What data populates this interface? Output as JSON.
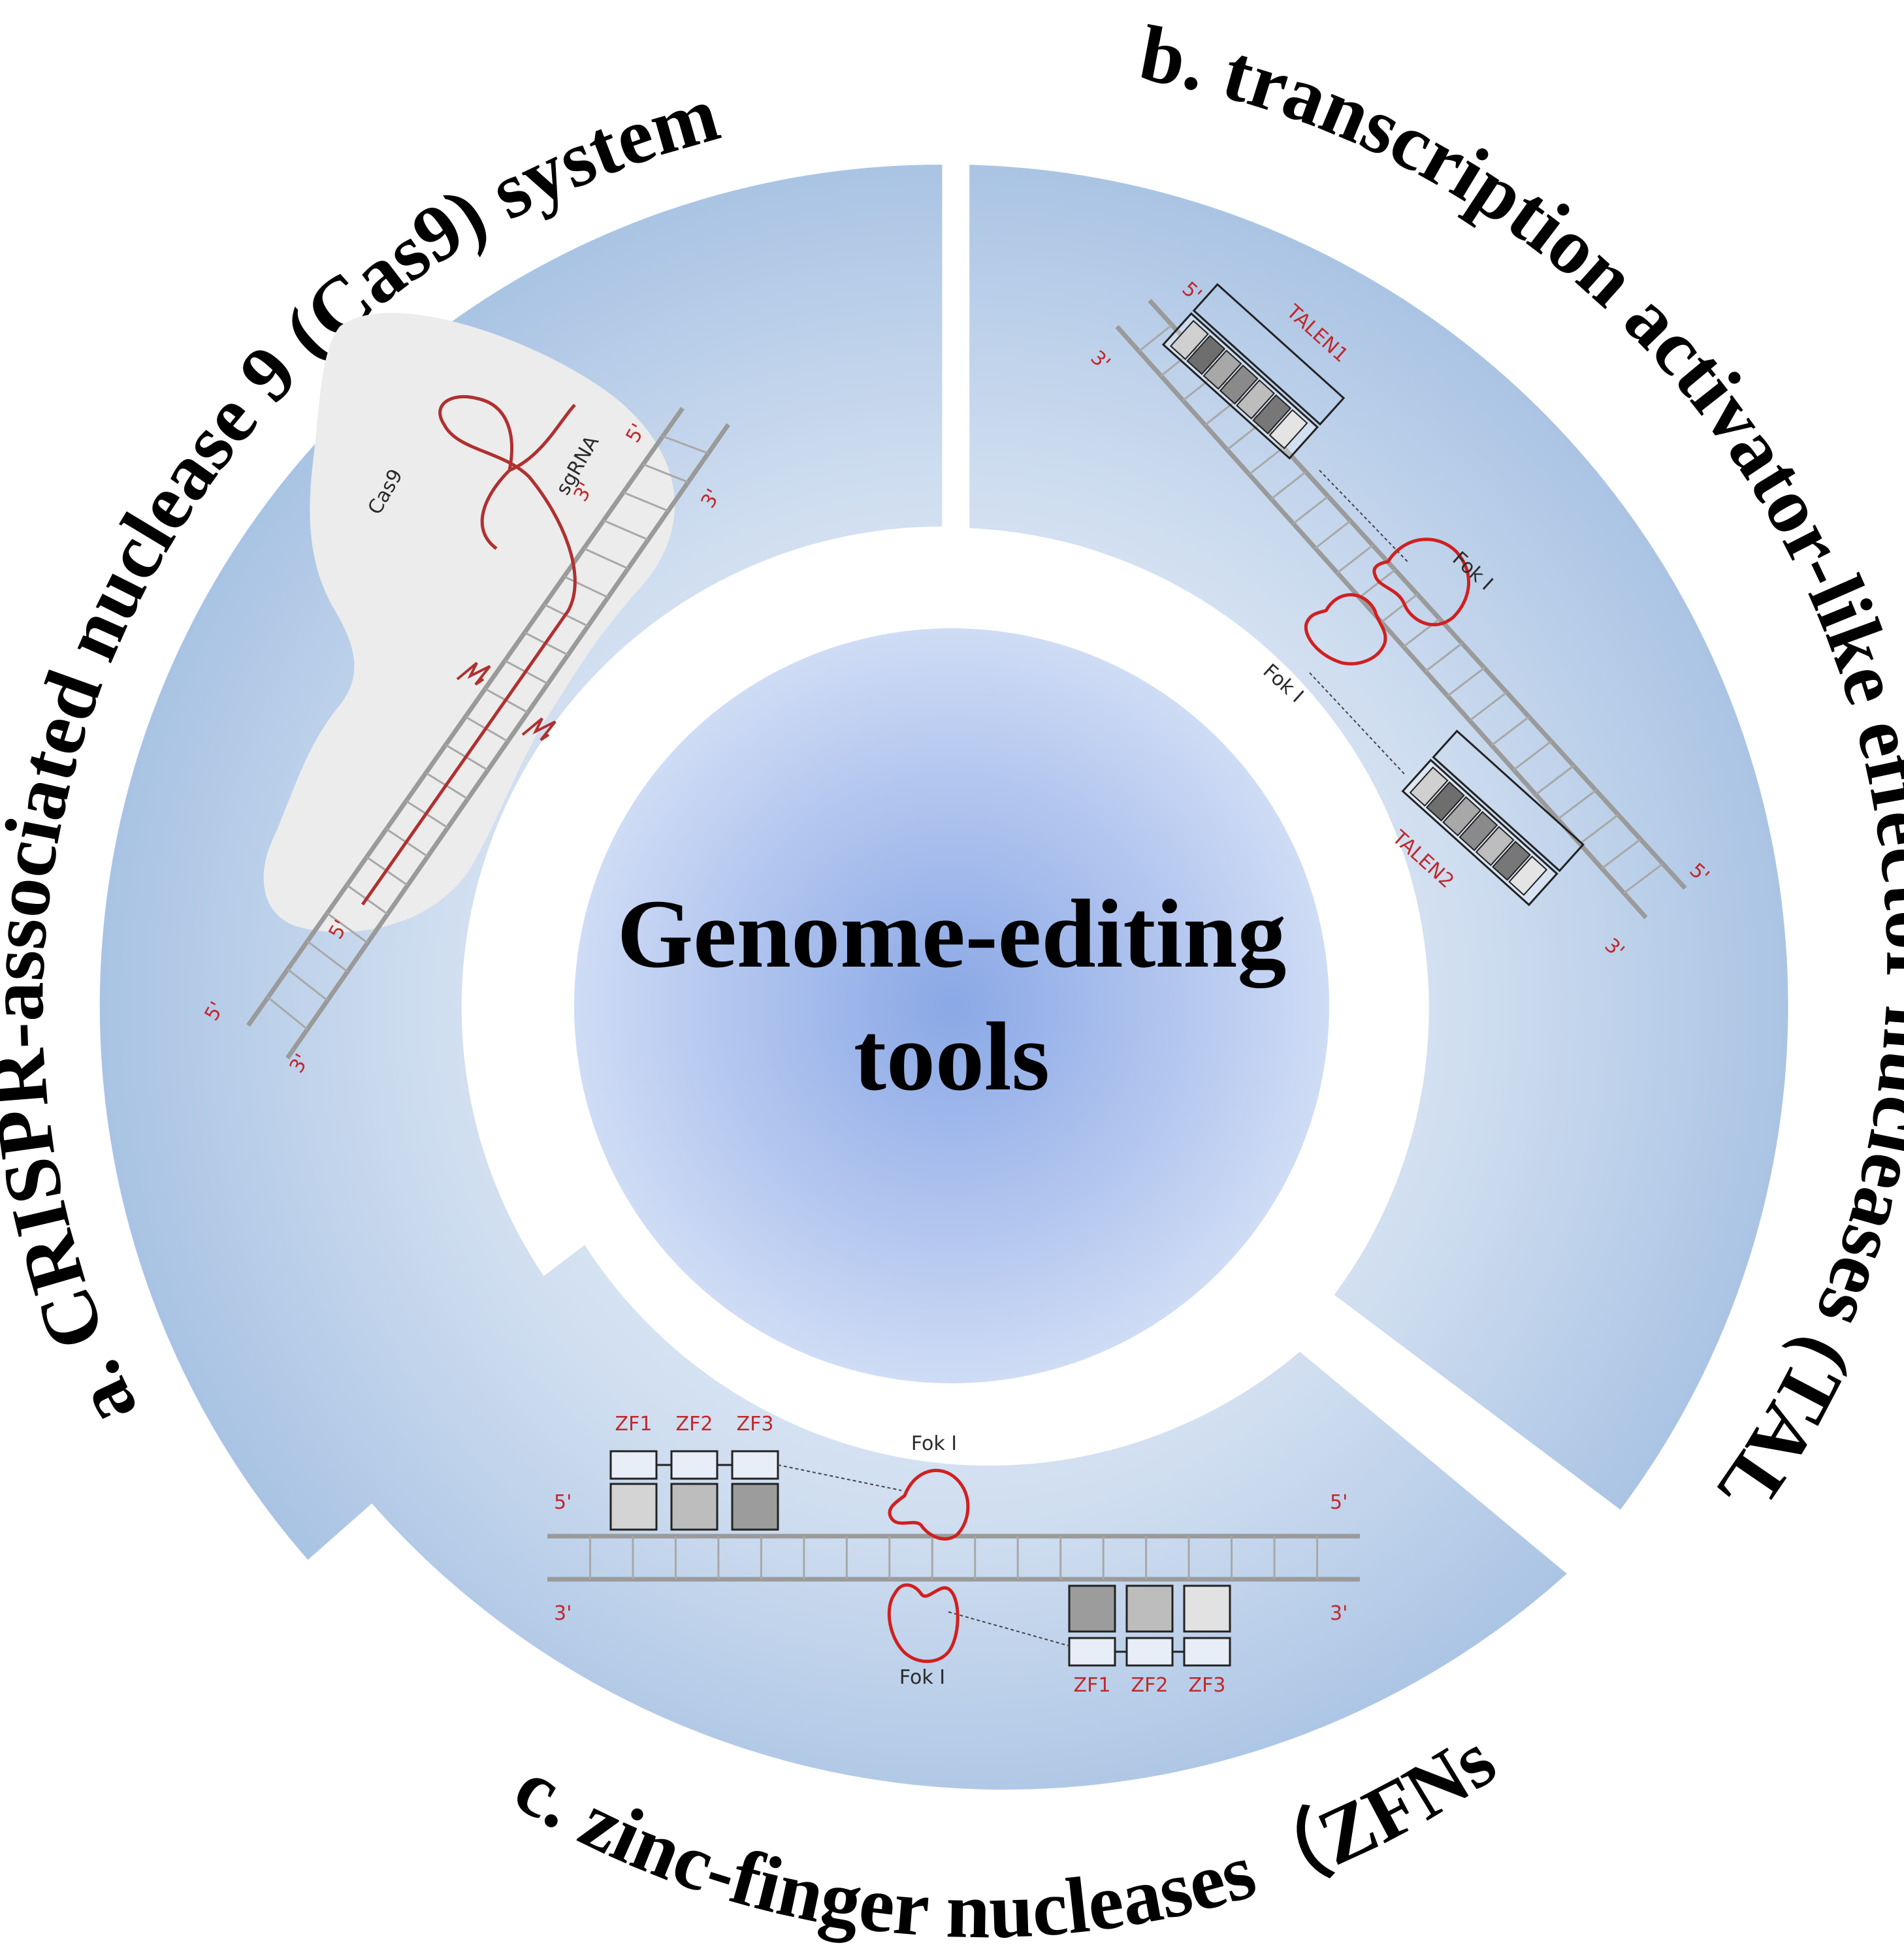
{
  "center": {
    "line1": "Genome-editing",
    "line2": "tools"
  },
  "panels": {
    "a": {
      "title": "a. CRISPR-associated nuclease 9 (Cas9) system",
      "protein_label": "Cas9",
      "rna_label": "sgRNA",
      "end_5": "5'",
      "end_3": "3'"
    },
    "b": {
      "title": "b. transcription activator-like effector nucleases (TALENs)",
      "talen1": "TALEN1",
      "talen2": "TALEN2",
      "fok": "Fok I",
      "end_5": "5'",
      "end_3": "3'"
    },
    "c": {
      "title": "c. zinc-finger nucleases（ZFNs）",
      "zf1": "ZF1",
      "zf2": "ZF2",
      "zf3": "ZF3",
      "fok": "Fok I",
      "end_5": "5'",
      "end_3": "3'"
    }
  },
  "colors": {
    "panel_outer": "#a9c3e4",
    "panel_inner": "#dfe9f5",
    "center_core": "#8fabe6",
    "center_edge": "#cbd8f4",
    "accent_red": "#c0282c",
    "fok_red": "#d11f1f"
  }
}
